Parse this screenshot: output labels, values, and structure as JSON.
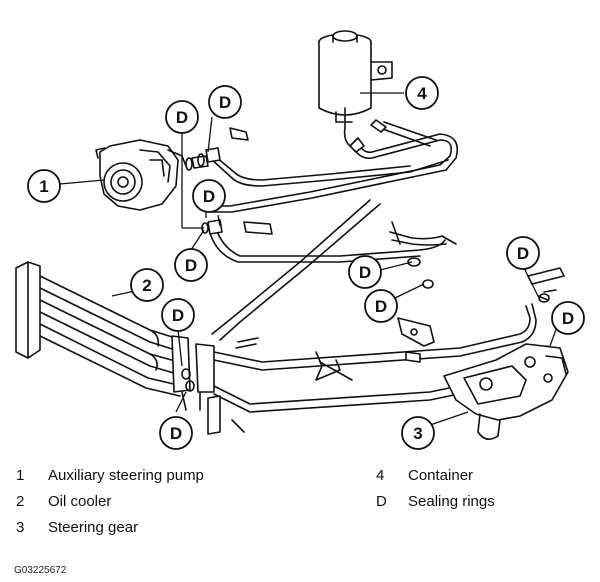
{
  "callouts": {
    "c1": "1",
    "c2": "2",
    "c3": "3",
    "c4": "4",
    "d": "D"
  },
  "legend": [
    {
      "num": "1",
      "label": "Auxiliary steering pump"
    },
    {
      "num": "2",
      "label": "Oil cooler"
    },
    {
      "num": "3",
      "label": "Steering gear"
    },
    {
      "num": "4",
      "label": "Container"
    },
    {
      "num": "D",
      "label": "Sealing rings"
    }
  ],
  "figure_code": "G03225672"
}
